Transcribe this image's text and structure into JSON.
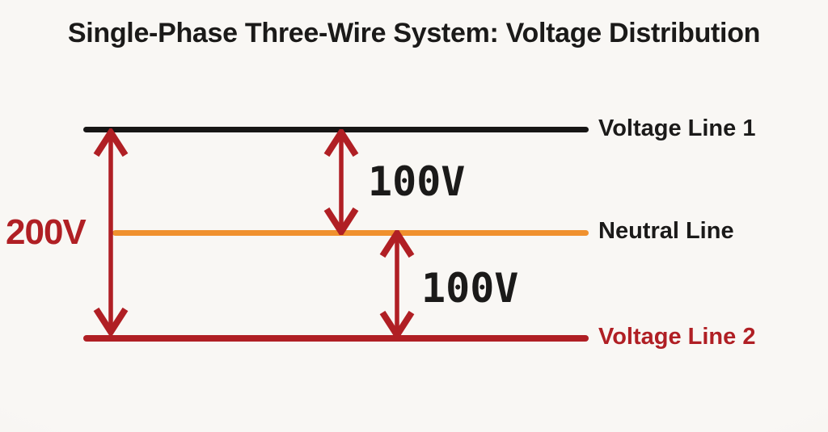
{
  "title": "Single-Phase Three-Wire System: Voltage Distribution",
  "diagram": {
    "wires": [
      {
        "id": "voltage-line-1",
        "label": "Voltage Line 1",
        "color": "#171615"
      },
      {
        "id": "neutral-line",
        "label": "Neutral Line",
        "color": "#f0912e"
      },
      {
        "id": "voltage-line-2",
        "label": "Voltage Line 2",
        "color": "#b01f24"
      }
    ],
    "measurements": [
      {
        "value": "200V",
        "from": "voltage-line-1",
        "to": "voltage-line-2"
      },
      {
        "value": "100V",
        "from": "voltage-line-1",
        "to": "neutral-line"
      },
      {
        "value": "100V",
        "from": "neutral-line",
        "to": "voltage-line-2"
      }
    ]
  },
  "colors": {
    "bg": "#f7f5f2",
    "ink": "#1b1a19",
    "wire1": "#171615",
    "neutral": "#f0912e",
    "accent-red": "#b01f24"
  }
}
